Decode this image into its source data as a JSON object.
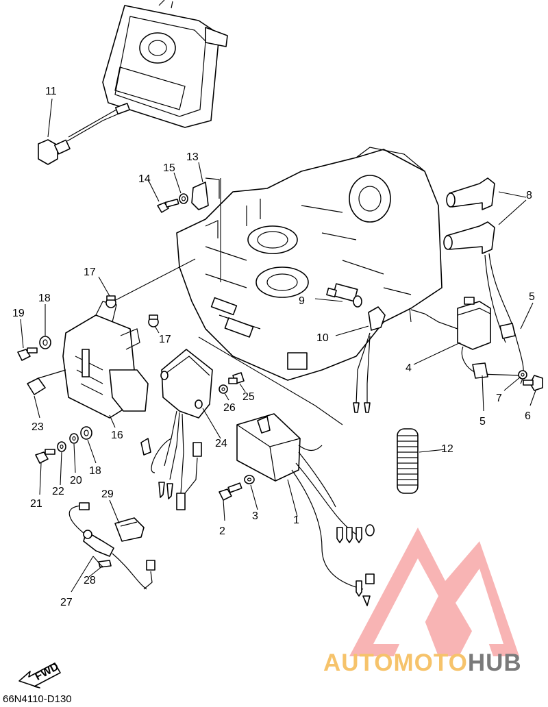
{
  "diagram_code": "66N4110-D130",
  "fwd_label": "FWD",
  "watermark": {
    "part1": "AUTOMOTO",
    "part2": "HUB",
    "color_main": "#f6c36b",
    "color_hub": "#7a7a7a",
    "triangle_color": "#f8b4b4"
  },
  "callouts": {
    "c1": "1",
    "c2": "2",
    "c3": "3",
    "c4": "4",
    "c5a": "5",
    "c5b": "5",
    "c6": "6",
    "c7": "7",
    "c8": "8",
    "c9": "9",
    "c10": "10",
    "c11": "11",
    "c12": "12",
    "c13": "13",
    "c14": "14",
    "c15": "15",
    "c16": "16",
    "c17a": "17",
    "c17b": "17",
    "c18a": "18",
    "c18b": "18",
    "c19": "19",
    "c20": "20",
    "c21": "21",
    "c22": "22",
    "c23": "23",
    "c24": "24",
    "c25": "25",
    "c26": "26",
    "c27": "27",
    "c28": "28",
    "c29": "29"
  }
}
